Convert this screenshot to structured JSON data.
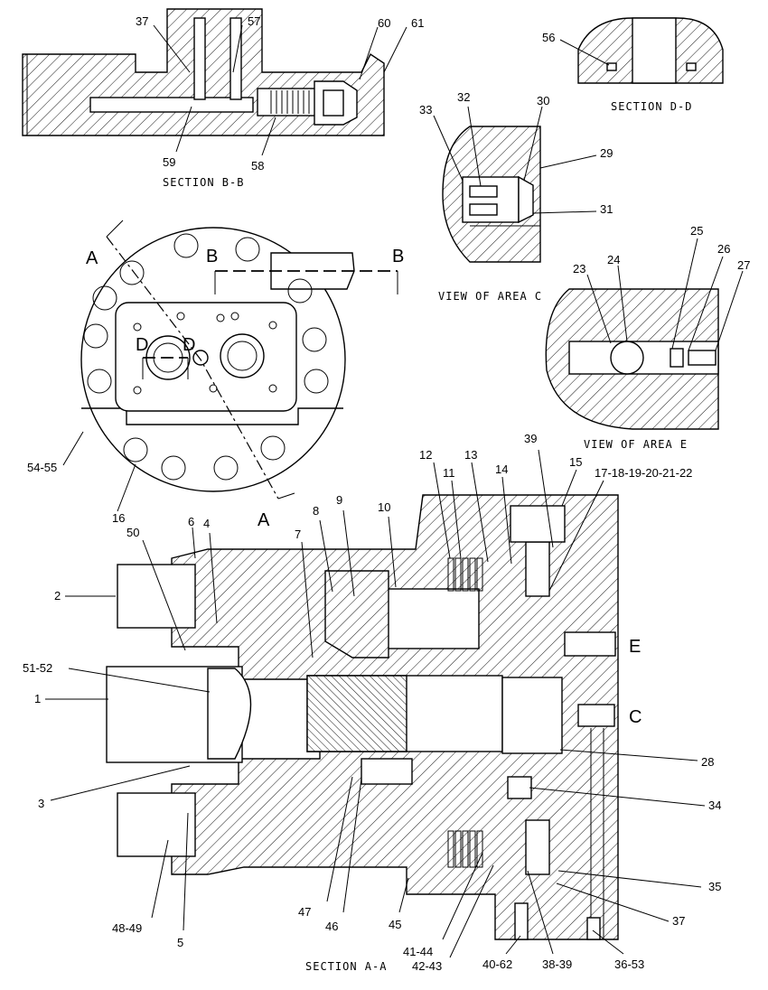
{
  "titles": {
    "section_bb": "SECTION B-B",
    "section_dd": "SECTION D-D",
    "view_c": "VIEW OF AREA C",
    "view_e": "VIEW OF AREA E",
    "section_aa": "SECTION A-A"
  },
  "cut_letters": {
    "a1": "A",
    "a2": "A",
    "b1": "B",
    "b2": "B",
    "d1": "D",
    "d2": "D",
    "e": "E",
    "c": "C"
  },
  "callouts_bb": [
    "37",
    "57",
    "60",
    "61",
    "59",
    "58"
  ],
  "callouts_dd": [
    "56"
  ],
  "callouts_c": [
    "33",
    "32",
    "30",
    "29",
    "31"
  ],
  "callouts_e": [
    "23",
    "24",
    "25",
    "26",
    "27"
  ],
  "callouts_end": [
    "54-55",
    "16"
  ],
  "callouts_aa": [
    "6",
    "4",
    "50",
    "2",
    "51-52",
    "1",
    "3",
    "8",
    "9",
    "7",
    "10",
    "12",
    "11",
    "13",
    "14",
    "39",
    "15",
    "17-18-19-20-21-22",
    "28",
    "34",
    "35",
    "37",
    "36-53",
    "38-39",
    "40-62",
    "42-43",
    "41-44",
    "45",
    "46",
    "47",
    "5",
    "48-49"
  ]
}
